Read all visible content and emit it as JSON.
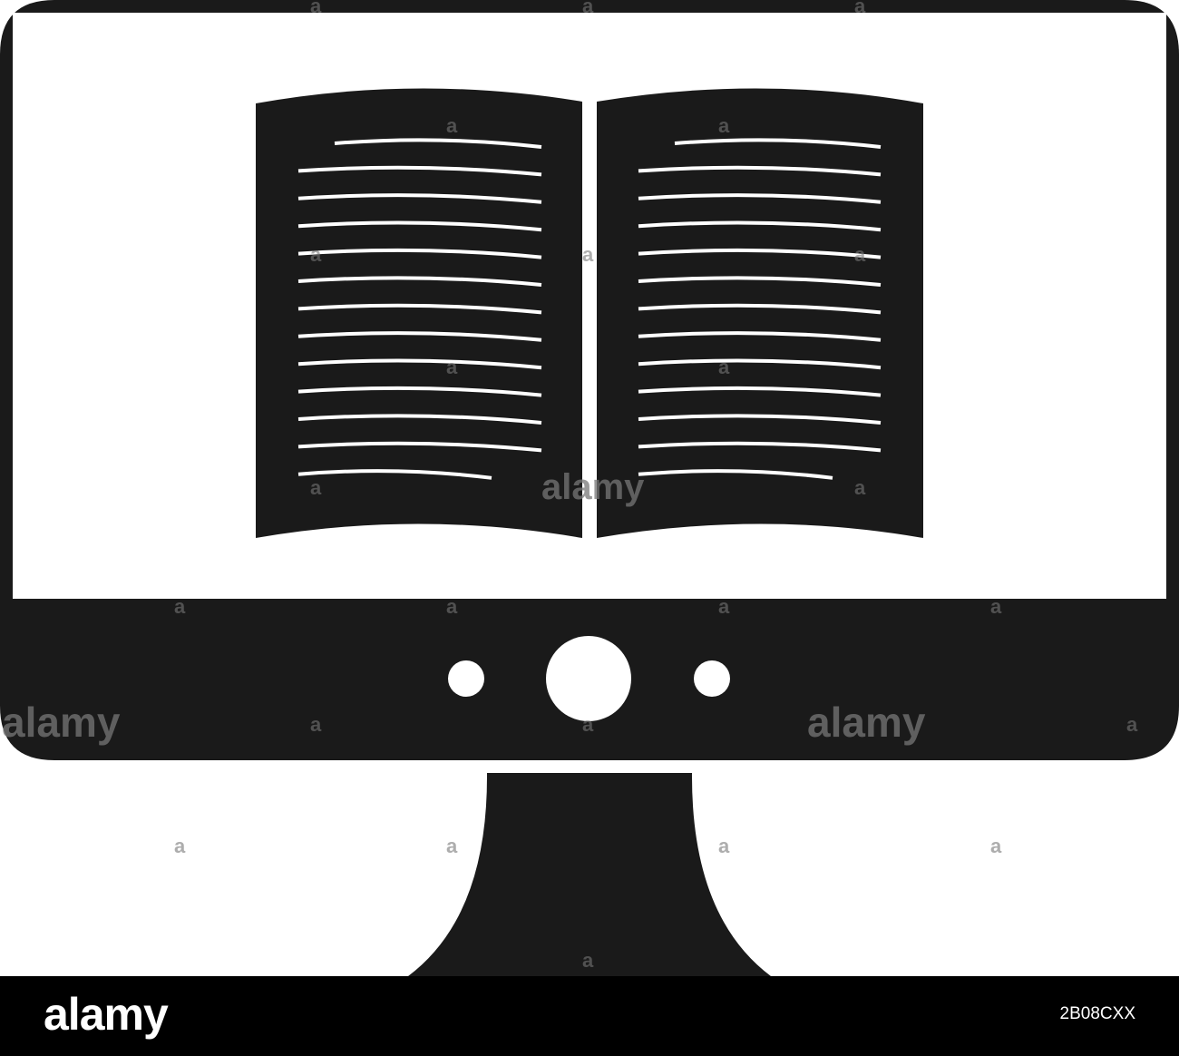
{
  "icon": {
    "name": "monitor-ebook-icon",
    "depicts": [
      "monitor-icon",
      "open-book-icon",
      "monitor-stand-icon"
    ],
    "colors": {
      "ink": "#1a1a1a",
      "background": "#ffffff",
      "watermark": "#777777"
    }
  },
  "watermark": {
    "brand": "alamy",
    "mark": "a"
  },
  "footer": {
    "logo": "alamy",
    "image_id": "2B08CXX",
    "background": "#000000"
  }
}
